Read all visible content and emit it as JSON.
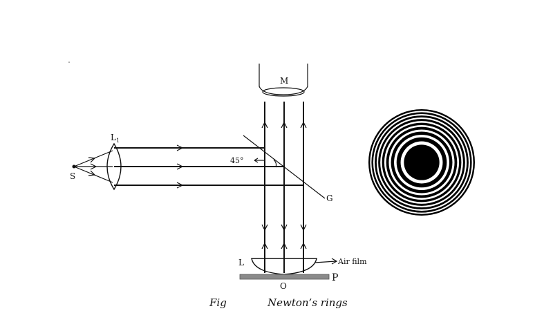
{
  "labels": {
    "microscope": "M",
    "lens_l1": "L",
    "lens_l1_sub": "1",
    "source": "S",
    "angle": "45°",
    "glass_plate": "G",
    "lens_l": "L",
    "air_film": "Air film",
    "contact_point": "O",
    "plate": "P"
  },
  "caption": {
    "fig": "Fig",
    "title": "Newton’s rings"
  },
  "rings": {
    "count": 9,
    "colors": {
      "dark": "#000000",
      "light": "#ffffff"
    }
  }
}
